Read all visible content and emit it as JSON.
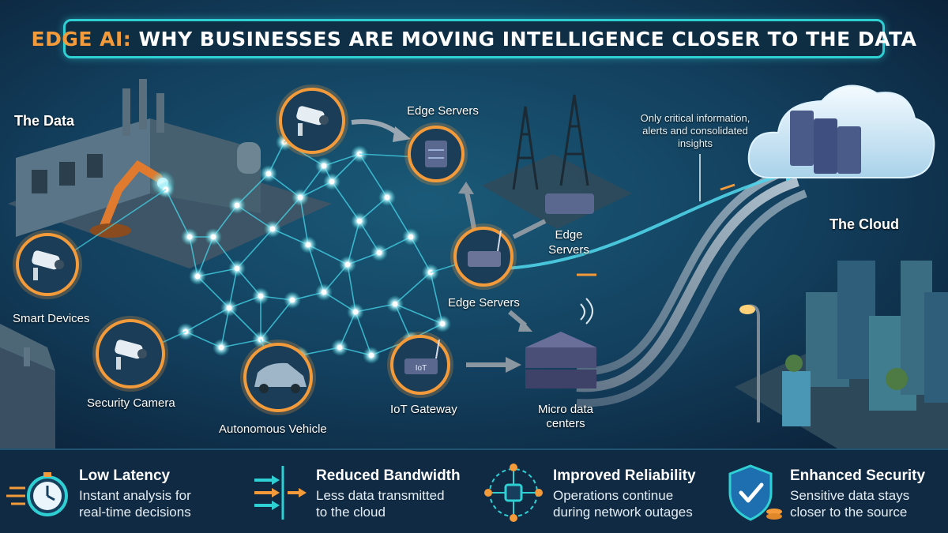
{
  "title": {
    "accent": "EDGE AI:",
    "main": " WHY BUSINESSES ARE MOVING INTELLIGENCE CLOSER TO THE DATA"
  },
  "labels": {
    "the_data": "The Data",
    "smart_devices": "Smart Devices",
    "security_camera": "Security Camera",
    "autonomous_vehicle": "Autonomous Vehicle",
    "iot_gateway": "IoT Gateway",
    "edge_servers_top": "Edge Servers",
    "edge_servers_mid_1": "Edge",
    "edge_servers_mid_2": "Servers",
    "edge_servers_low": "Edge Servers",
    "micro_dc_1": "Micro data",
    "micro_dc_2": "centers",
    "cloud": "The Cloud",
    "critical_1": "Only critical information,",
    "critical_2": "alerts and consolidated",
    "critical_3": "insights",
    "iot_chip": "IoT"
  },
  "features": [
    {
      "title": "Low Latency",
      "line1": "Instant analysis for",
      "line2": "real-time decisions",
      "icon": "stopwatch-icon"
    },
    {
      "title": "Reduced Bandwidth",
      "line1": "Less data transmitted",
      "line2": "to the cloud",
      "icon": "bandwidth-arrows-icon"
    },
    {
      "title": "Improved Reliability",
      "line1": "Operations continue",
      "line2": "during network outages",
      "icon": "network-node-icon"
    },
    {
      "title": "Enhanced Security",
      "line1": "Sensitive data stays",
      "line2": "closer to the source",
      "icon": "shield-check-icon"
    }
  ],
  "colors": {
    "accent": "#f39a3a",
    "cyan": "#2fd0d4",
    "node_glow": "#7fe9ff",
    "background": "#0d2238"
  }
}
